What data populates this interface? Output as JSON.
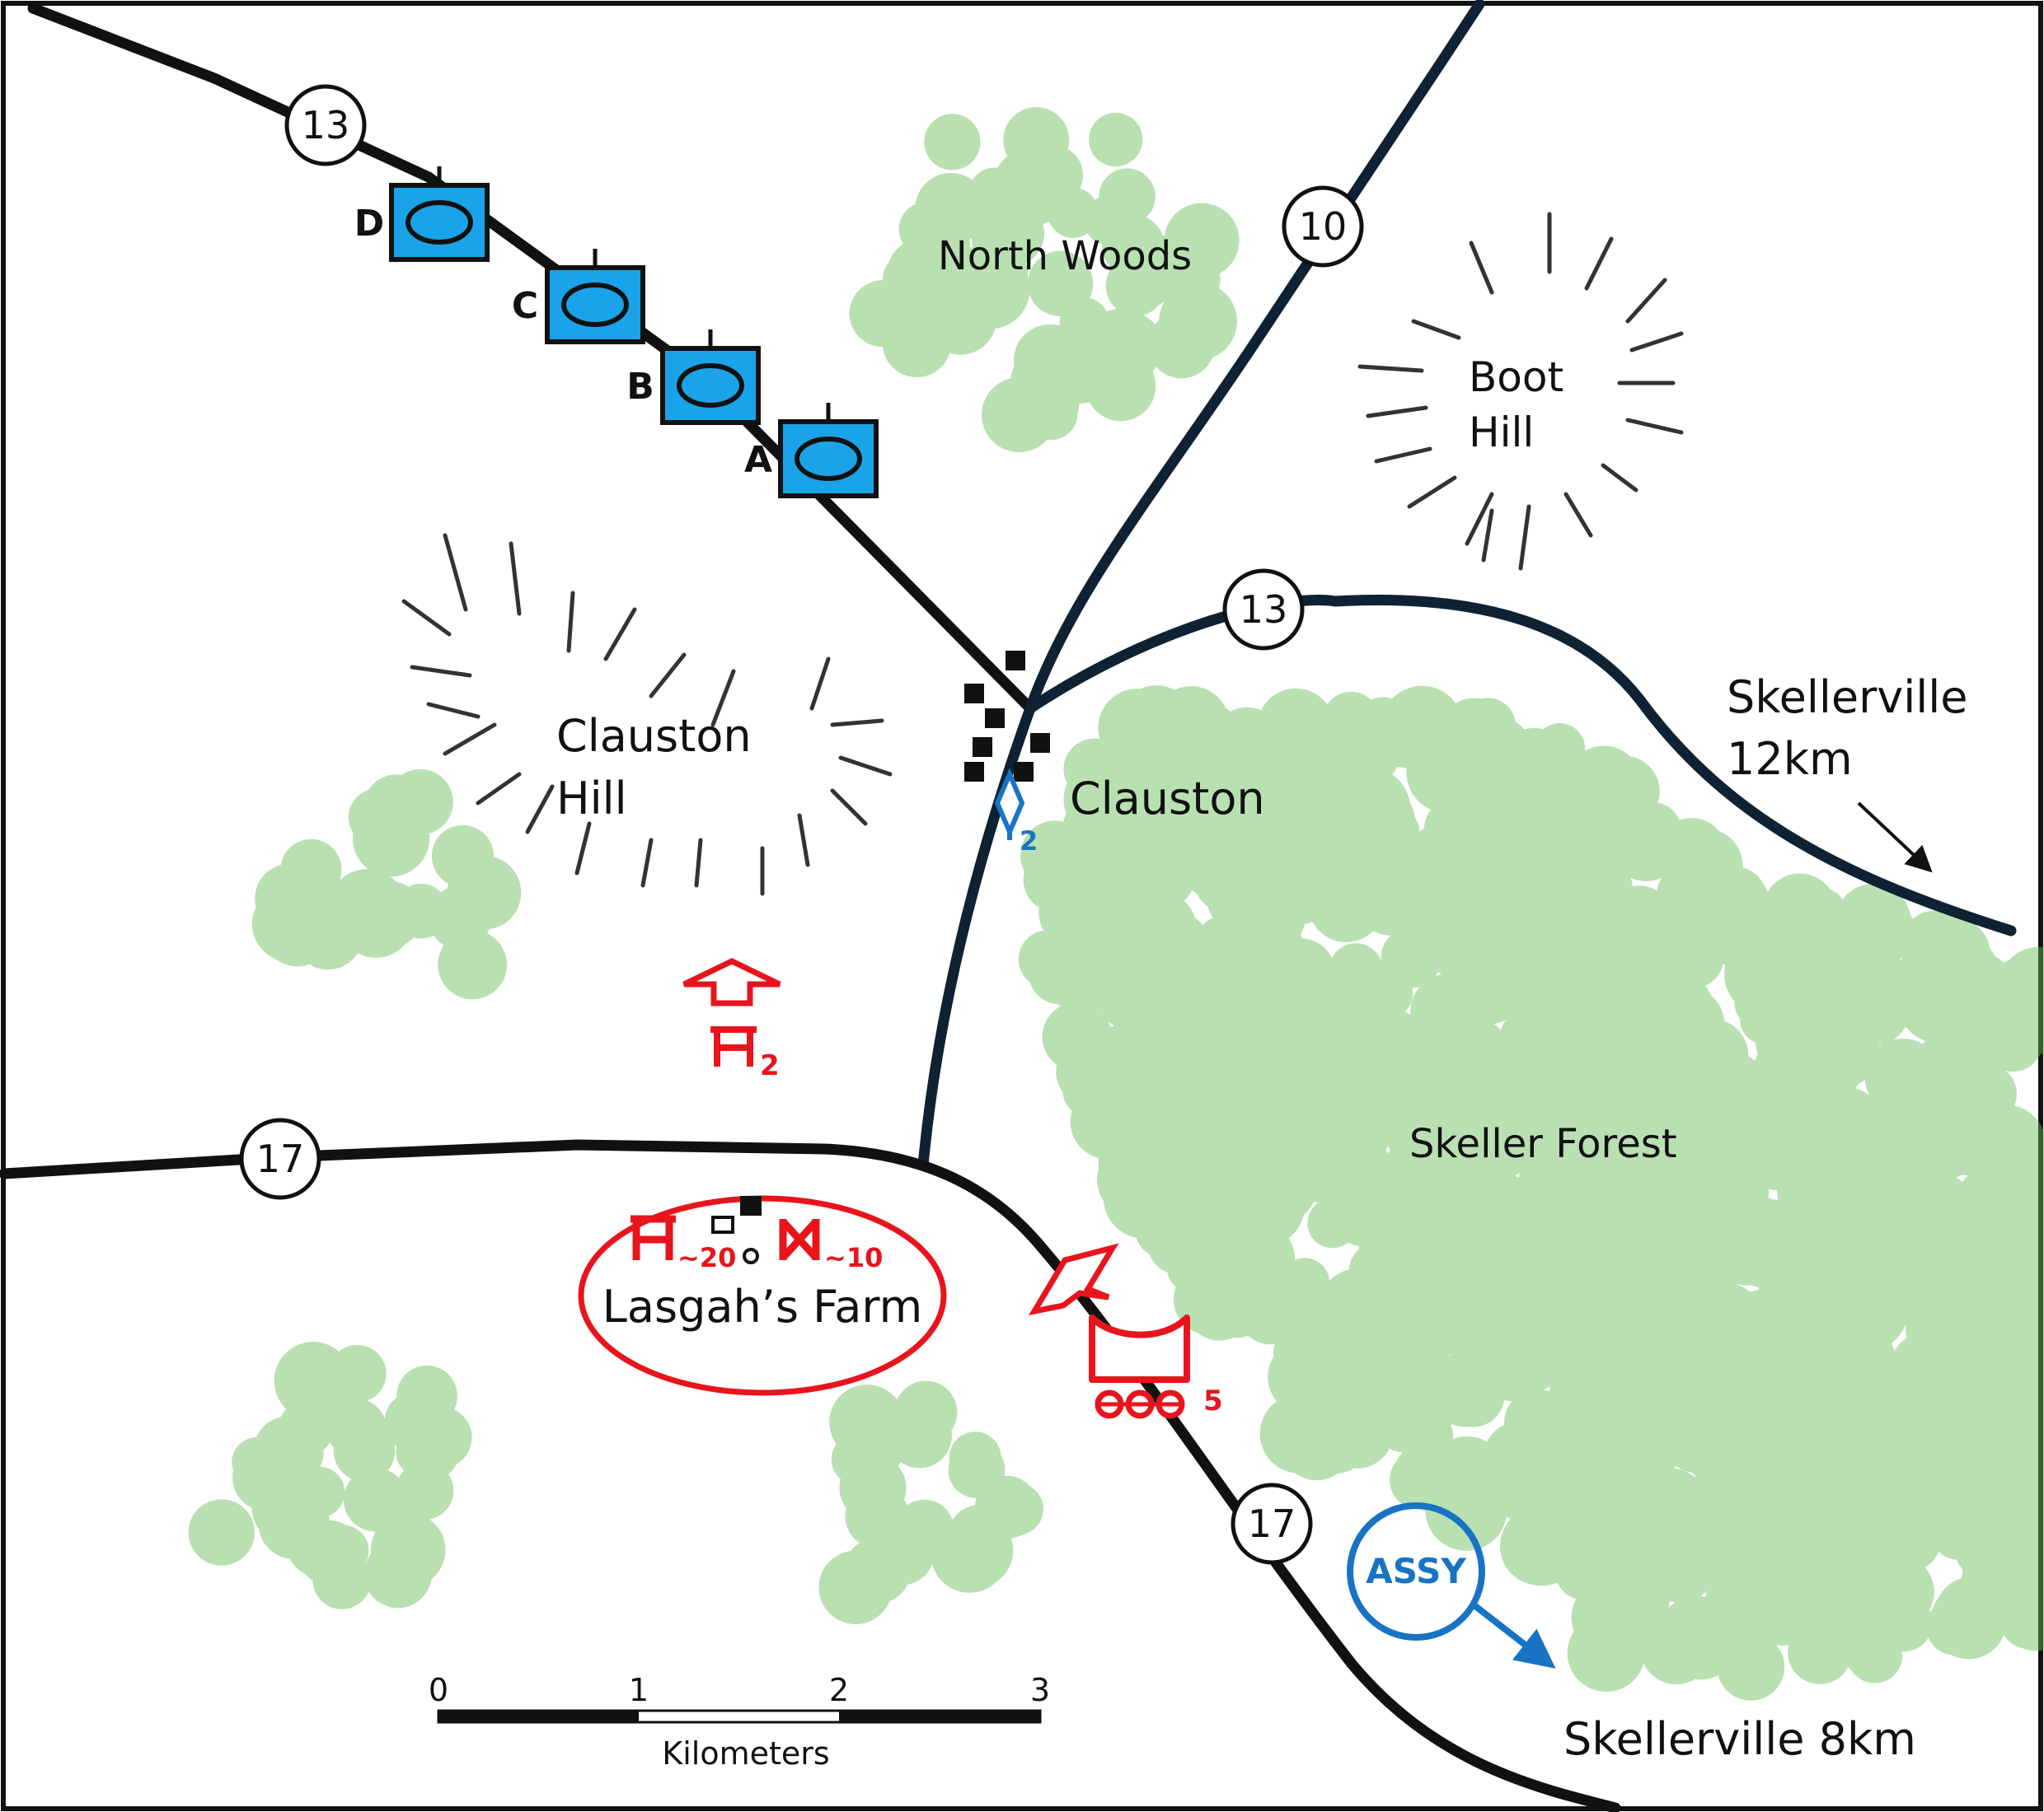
{
  "terrain": {
    "north_woods": "North Woods",
    "boot_hill_line1": "Boot",
    "boot_hill_line2": "Hill",
    "clauston_hill_line1": "Clauston",
    "clauston_hill_line2": "Hill",
    "skeller_forest": "Skeller Forest",
    "clauston_town": "Clauston",
    "lasgahs_farm": "Lasgah’s Farm"
  },
  "roads": {
    "route_13_west": "13",
    "route_10": "10",
    "route_13_east": "13",
    "route_17_west": "17",
    "route_17_south": "17"
  },
  "destinations": {
    "skellerville_ne_line1": "Skellerville",
    "skellerville_ne_line2": "12km",
    "skellerville_south": "Skellerville 8km"
  },
  "friendly_units": {
    "color": "#1aa3e8",
    "units": [
      "D",
      "C",
      "B",
      "A"
    ],
    "observation_post_size": "2",
    "assembly_label": "ASSY"
  },
  "enemy": {
    "color": "#e8141c",
    "north_group_size": "2",
    "farm_group_a_size": "~20",
    "farm_group_b_size": "~10",
    "vehicle_count": "5"
  },
  "scale_bar": {
    "ticks": [
      "0",
      "1",
      "2",
      "3"
    ],
    "unit_label": "Kilometers"
  },
  "icons": {
    "hill": "hachure-hill-icon",
    "woods": "woods-icon",
    "town": "town-block-icon",
    "route_shield": "circle-route-shield-icon"
  }
}
